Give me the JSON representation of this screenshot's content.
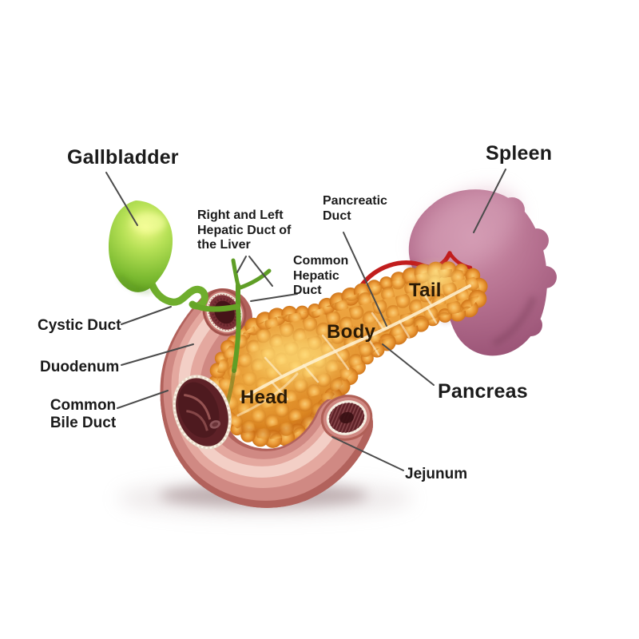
{
  "diagram": {
    "title": "Pancreas and surrounding organs anatomy diagram",
    "labels": {
      "gallbladder": "Gallbladder",
      "spleen": "Spleen",
      "right_left_hepatic": [
        "Right and Left",
        "Hepatic Duct of",
        "the Liver"
      ],
      "pancreatic_duct": [
        "Pancreatic",
        "Duct"
      ],
      "common_hepatic_duct": [
        "Common",
        "Hepatic",
        "Duct"
      ],
      "cystic_duct": "Cystic Duct",
      "duodenum": "Duodenum",
      "common_bile_duct": [
        "Common",
        "Bile Duct"
      ],
      "head": "Head",
      "body": "Body",
      "tail": "Tail",
      "pancreas": "Pancreas",
      "jejunum": "Jejunum"
    },
    "colors": {
      "pancreas_main": "#e08b28",
      "pancreas_highlight": "#ffe07a",
      "duodenum_main": "#d08983",
      "duodenum_interior": "#5f2228",
      "spleen_main": "#a05a7c",
      "gallbladder_main": "#7cbb31",
      "bile_duct_green": "#5f9e26",
      "artery_red": "#c11d1d",
      "leader_line": "#4b4b4b",
      "label_text": "#1b1b1b"
    }
  }
}
